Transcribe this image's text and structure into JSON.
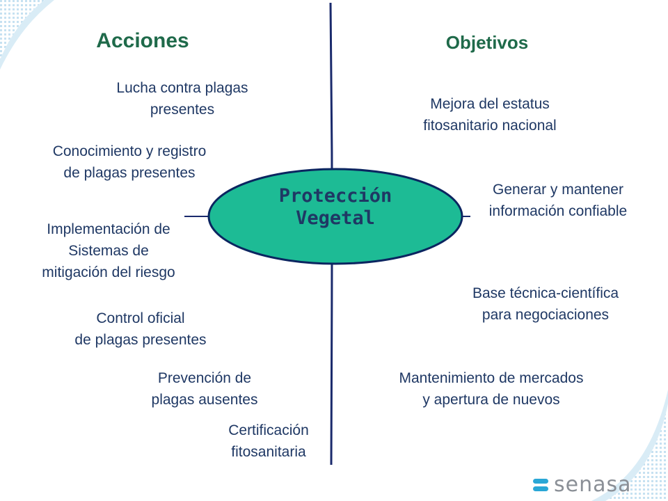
{
  "headers": {
    "left": "Acciones",
    "right": "Objetivos"
  },
  "center": {
    "label": "Protección\nVegetal"
  },
  "acciones": [
    "Lucha contra plagas\npresentes",
    "Conocimiento y registro\nde plagas presentes",
    "Implementación de\nSistemas de\nmitigación del riesgo",
    "Control oficial\nde plagas presentes",
    "Prevención de\nplagas ausentes",
    "Certificación\nfitosanitaria"
  ],
  "objetivos": [
    "Mejora del estatus\nfitosanitario nacional",
    "Generar y mantener\ninformación confiable",
    "Base técnica-científica\npara negociaciones",
    "Mantenimiento de mercados\ny apertura de nuevos"
  ],
  "logo": {
    "text": "senasa"
  },
  "colors": {
    "ellipse_fill": "#1dbb95",
    "ellipse_stroke": "#0b2560",
    "axis": "#1a2a6c",
    "header_green": "#1f6a4a",
    "text_navy": "#1f3864",
    "corner_tint": "#cfe8f4"
  }
}
